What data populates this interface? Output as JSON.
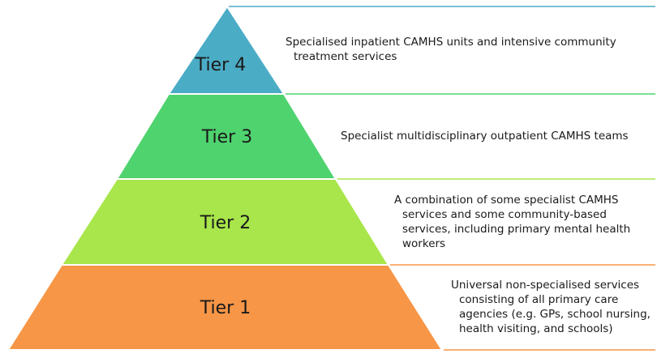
{
  "tiers": [
    {
      "label": "Tier 4",
      "color": "#4bacc6",
      "line_color": "#4bacc6",
      "description": [
        "Specialised inpatient CAMHS units and intensive community",
        "treatment services"
      ]
    },
    {
      "label": "Tier 3",
      "color": "#4fd36f",
      "line_color": "#4fd36f",
      "description": [
        "Specialist multidisciplinary outpatient CAMHS teams"
      ]
    },
    {
      "label": "Tier 2",
      "color": "#a8e64b",
      "line_color": "#a8e64b",
      "description": [
        "A combination of some specialist CAMHS",
        "services and some community-based",
        "services, including primary mental health",
        "workers"
      ]
    },
    {
      "label": "Tier 1",
      "color": "#f79646",
      "line_color": "#f79646",
      "description": [
        "Universal non-specialised services",
        "consisting of all primary care",
        "agencies (e.g. GPs, school nursing,",
        "health visiting, and schools)"
      ]
    }
  ]
}
